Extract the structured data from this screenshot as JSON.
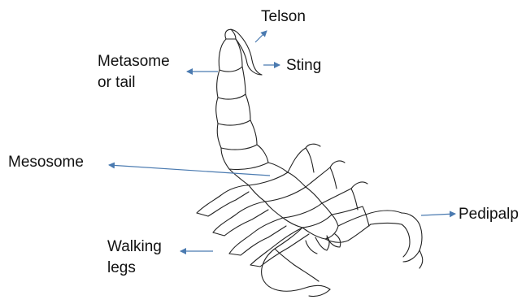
{
  "labels": {
    "telson": "Telson",
    "sting": "Sting",
    "metasome_line1": "Metasome",
    "metasome_line2": "or tail",
    "mesosome": "Mesosome",
    "pedipalp": "Pedipalp",
    "walking_legs_line1": "Walking",
    "walking_legs_line2": "legs"
  },
  "colors": {
    "arrow": "#4a7ab0",
    "outline": "#222222",
    "text": "#111111",
    "background": "#ffffff"
  }
}
